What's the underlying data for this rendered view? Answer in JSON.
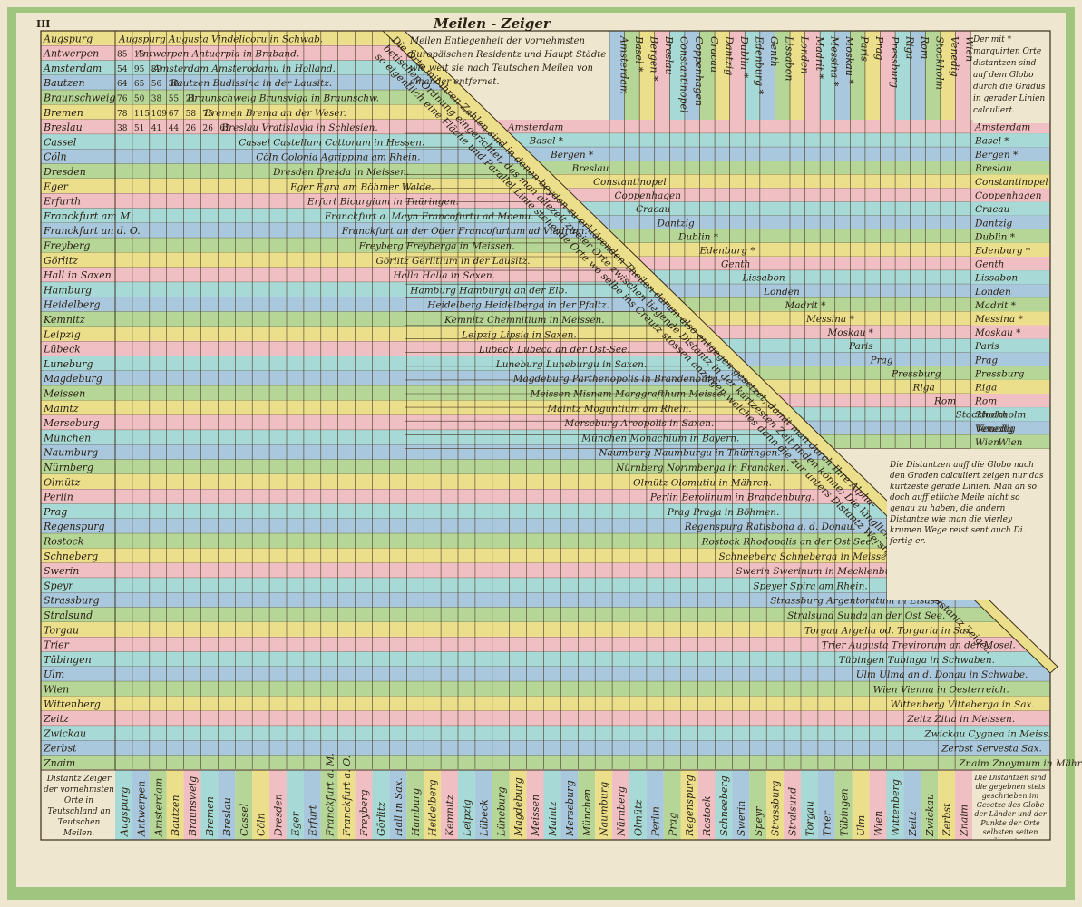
{
  "plate_number": "III",
  "title": "Meilen - Zeiger",
  "row_places": [
    {
      "name": "Augspurg",
      "latin": "Augspurg Augusta Vindelicoru in Schwab."
    },
    {
      "name": "Antwerpen",
      "latin": "Antwerpen Antuerpia in Braband."
    },
    {
      "name": "Amsterdam",
      "latin": "Amsterdam Amsterodamu in Holland."
    },
    {
      "name": "Bautzen",
      "latin": "Bautzen Budissina in der Lausitz."
    },
    {
      "name": "Braunschweig",
      "latin": "Braunschweig Brunsviga in Braunschw."
    },
    {
      "name": "Bremen",
      "latin": "Bremen Brema an der Weser."
    },
    {
      "name": "Breslau",
      "latin": "Breslau Vratislavia in Schlesien."
    },
    {
      "name": "Cassel",
      "latin": "Cassel Castellum Cattorum in Hessen."
    },
    {
      "name": "Cöln",
      "latin": "Cöln Colonia Agrippina am Rhein."
    },
    {
      "name": "Dresden",
      "latin": "Dresden Dresda in Meissen."
    },
    {
      "name": "Eger",
      "latin": "Eger Egra am Böhmer Walde."
    },
    {
      "name": "Erfurth",
      "latin": "Erfurt Bicurgium in Thüringen."
    },
    {
      "name": "Franckfurt am M.",
      "latin": "Franckfurt a. Mayn Francofurtu ad Moenu."
    },
    {
      "name": "Franckfurt an d. O.",
      "latin": "Franckfurt an der Oder Francofurtum ad Viadrum."
    },
    {
      "name": "Freyberg",
      "latin": "Freyberg Freyberga in Meissen."
    },
    {
      "name": "Görlitz",
      "latin": "Görlitz Gerlitium in der Lausitz."
    },
    {
      "name": "Hall in Saxen",
      "latin": "Halla Halla in Saxen."
    },
    {
      "name": "Hamburg",
      "latin": "Hamburg Hamburgu an der Elb."
    },
    {
      "name": "Heidelberg",
      "latin": "Heidelberg Heidelberga in der Pfaltz."
    },
    {
      "name": "Kemnitz",
      "latin": "Kemnitz Chemnitium in Meissen."
    },
    {
      "name": "Leipzig",
      "latin": "Leipzig Lipsia in Saxen."
    },
    {
      "name": "Lübeck",
      "latin": "Lübeck Lubeca an der Ost-See."
    },
    {
      "name": "Luneburg",
      "latin": "Luneburg Luneburgu in Saxen."
    },
    {
      "name": "Magdeburg",
      "latin": "Magdeburg Parthenopolis in Brandenburg."
    },
    {
      "name": "Meissen",
      "latin": "Meissen Misnam Marggrafthum Meisse."
    },
    {
      "name": "Maintz",
      "latin": "Maintz Moguntium am Rhein."
    },
    {
      "name": "Merseburg",
      "latin": "Merseburg Areopolis in Saxen."
    },
    {
      "name": "München",
      "latin": "München Monachium in Bayern."
    },
    {
      "name": "Naumburg",
      "latin": "Naumburg Naumburgu in Thüringen."
    },
    {
      "name": "Nürnberg",
      "latin": "Nürnberg Norimberga in Francken."
    },
    {
      "name": "Olmütz",
      "latin": "Olmütz Olomutiu in Mähren."
    },
    {
      "name": "Perlin",
      "latin": "Perlin Berolinum in Brandenburg."
    },
    {
      "name": "Prag",
      "latin": "Prag Praga in Böhmen."
    },
    {
      "name": "Regenspurg",
      "latin": "Regenspurg Ratisbona a. d. Donau."
    },
    {
      "name": "Rostock",
      "latin": "Rostock Rhodopolis an der Ost See."
    },
    {
      "name": "Schneberg",
      "latin": "Schneeberg Schneberga in Meissen."
    },
    {
      "name": "Swerin",
      "latin": "Swerin Swerinum in Mecklenburg."
    },
    {
      "name": "Speyr",
      "latin": "Speyer Spira am Rhein."
    },
    {
      "name": "Strassburg",
      "latin": "Strassburg Argentoratum in Elsass."
    },
    {
      "name": "Stralsund",
      "latin": "Stralsund Sunda an der Ost See."
    },
    {
      "name": "Torgau",
      "latin": "Torgau Argelia od. Torgaria in Sax."
    },
    {
      "name": "Trier",
      "latin": "Trier Augusta Trevirorum an der Mosel."
    },
    {
      "name": "Tübingen",
      "latin": "Tübingen Tubinga in Schwaben."
    },
    {
      "name": "Ulm",
      "latin": "Ulm Ulma an d. Donau in Schwabe."
    },
    {
      "name": "Wien",
      "latin": "Wien Vienna in Oesterreich."
    },
    {
      "name": "Wittenberg",
      "latin": "Wittenberg Vitteberga in Sax."
    },
    {
      "name": "Zeitz",
      "latin": "Zeitz Zitia in Meissen."
    },
    {
      "name": "Zwickau",
      "latin": "Zwickau Cygnea in Meiss."
    },
    {
      "name": "Zerbst",
      "latin": "Zerbst Servesta Sax."
    },
    {
      "name": "Znaim",
      "latin": "Znaim Znoymum in Mähren."
    }
  ],
  "bottom_columns": [
    "Augspurg",
    "Antwerpen",
    "Amsterdam",
    "Bautzen",
    "Braunsweig",
    "Bremen",
    "Breslau",
    "Cassel",
    "Cöln",
    "Dresden",
    "Eger",
    "Erfurt",
    "Franckfurt a. M.",
    "Franckfurt a. O.",
    "Freyberg",
    "Görlitz",
    "Hall in Sax.",
    "Hamburg",
    "Heidelberg",
    "Kemnitz",
    "Leipzig",
    "Lübeck",
    "Lüneburg",
    "Magdeburg",
    "Meissen",
    "Maintz",
    "Merseburg",
    "München",
    "Naumburg",
    "Nürnberg",
    "Olmütz",
    "Perlin",
    "Prag",
    "Regenspurg",
    "Rostock",
    "Schneeberg",
    "Swerin",
    "Speyr",
    "Strassburg",
    "Stralsund",
    "Torgau",
    "Trier",
    "Tübingen",
    "Ulm",
    "Wien",
    "Wittenberg",
    "Zeitz",
    "Zwickau",
    "Zerbst",
    "Znaim"
  ],
  "european_places": [
    {
      "name": "Amsterdam",
      "star": false
    },
    {
      "name": "Basel",
      "star": true
    },
    {
      "name": "Bergen",
      "star": true
    },
    {
      "name": "Breslau",
      "star": false
    },
    {
      "name": "Constantinopel",
      "star": false
    },
    {
      "name": "Coppenhagen",
      "star": false
    },
    {
      "name": "Cracau",
      "star": false
    },
    {
      "name": "Dantzig",
      "star": false
    },
    {
      "name": "Dublin",
      "star": true
    },
    {
      "name": "Edenburg",
      "star": true
    },
    {
      "name": "Genth",
      "star": false
    },
    {
      "name": "Lissabon",
      "star": false
    },
    {
      "name": "Londen",
      "star": false
    },
    {
      "name": "Madrit",
      "star": true
    },
    {
      "name": "Messina",
      "star": true
    },
    {
      "name": "Moskau",
      "star": true
    },
    {
      "name": "Paris",
      "star": false
    },
    {
      "name": "Prag",
      "star": false
    },
    {
      "name": "Pressburg",
      "star": false
    },
    {
      "name": "Riga",
      "star": false
    },
    {
      "name": "Rom",
      "star": false
    },
    {
      "name": "Stockholm",
      "star": false
    },
    {
      "name": "Venedig",
      "star": false
    },
    {
      "name": "Wien",
      "star": false
    }
  ],
  "sample_cells": [
    [
      "85",
      "15"
    ],
    [
      "54",
      "95",
      "89"
    ],
    [
      "64",
      "65",
      "56",
      "38"
    ],
    [
      "76",
      "50",
      "38",
      "55",
      "21"
    ],
    [
      "78",
      "115",
      "109",
      "67",
      "58",
      "75"
    ],
    [
      "38",
      "51",
      "41",
      "44",
      "26",
      "26",
      "65"
    ]
  ],
  "text_europe_heading": "Meilen Entlegenheit der vornehmsten Europäischen Residentz und Haupt Städte wie weit sie nach Teutschen Meilen von einander entfernet.",
  "text_star_note": "Der mit * marquirten Orte distantzen sind auf dem Globo durch die Gradus in gerader Linien calculiert.",
  "text_diagonal_1": "Die Orte mit ihren Zahlen sind in denen beyden zu erklärenden Theilen darum also entgegen gesetzet, damit man durch Ihre Alpha-",
  "text_diagonal_2": "betischen Ordnung eingerichtet, das man allezeit zweier Orte zwischen liegende Distantz in der kürtzesten Zeit finden könne; Die länglichten",
  "text_diagonal_3": "so eigentlich eine Fläche und Parallel Linie stehende Orte wo selbe ins Creutz stossen anzeigen welches dann die zur unters Distantz Werste Zahlen die Distantz Zeiget.",
  "text_globe_note": "Die Distantzen auff die Globo nach den Graden calculiert zeigen nur das kurtzeste gerade Linien. Man an so doch auff etliche Meile nicht so genau zu haben, die andern Distantze wie man die vierley krumen Wege reist sent auch Di. fertig er.",
  "text_bottom_left": "Distantz Zeiger der vornehmsten Orte in Teutschland an Teutschen Meilen.",
  "text_bottom_right": "Die Distantzen sind die gegebnen stets geschrieben im Gesetze des Globe der Länder und der Punkte der Orte selbsten seiten übereien.",
  "colors": {
    "border_green": "#9fc57e",
    "paper": "#eee6cf",
    "yellow": "#ecdf8c",
    "pink": "#efbfc4",
    "cyan": "#a7d9d6",
    "blue": "#a9c8dd",
    "green": "#b5d697",
    "ink": "#2b2113"
  }
}
